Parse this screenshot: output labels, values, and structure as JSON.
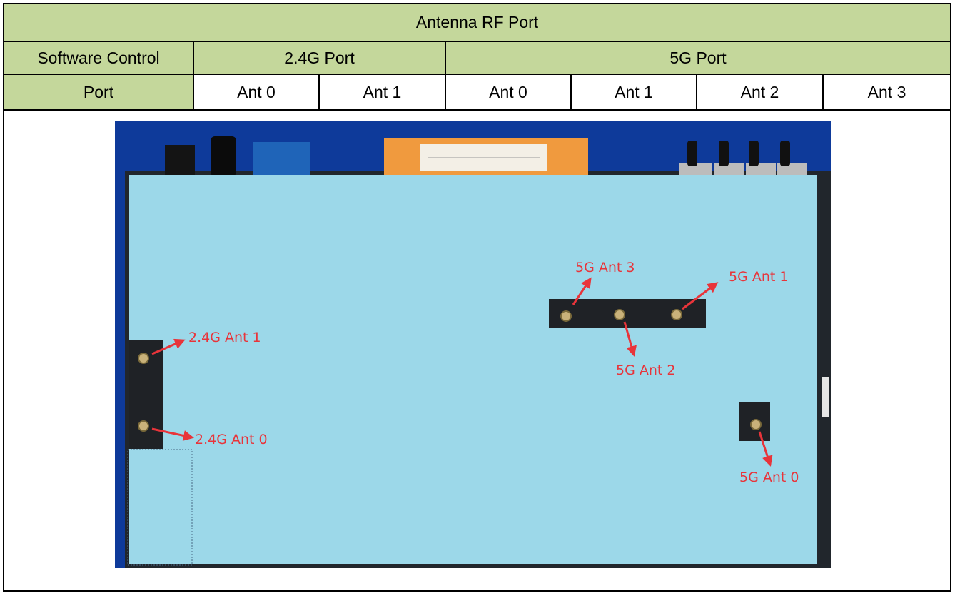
{
  "table": {
    "title": "Antenna RF Port",
    "software_control_label_line1": "Software Control",
    "software_control_label_line2": "Port",
    "band_24": "2.4G Port",
    "band_5": "5G Port",
    "ant_24": [
      "Ant 0",
      "Ant 1"
    ],
    "ant_5": [
      "Ant 0",
      "Ant 1",
      "Ant 2",
      "Ant 3"
    ]
  },
  "photo": {
    "labels": {
      "g5_ant3": "5G Ant 3",
      "g5_ant1": "5G Ant 1",
      "g5_ant2": "5G Ant 2",
      "g5_ant0": "5G Ant 0",
      "g24_ant1": "2.4G Ant 1",
      "g24_ant0": "2.4G Ant 0"
    },
    "colors": {
      "board_bg": "#0e3a9a",
      "cover": "#9cd8e9",
      "label": "#e8343a",
      "header_green": "#c4d79b"
    }
  }
}
